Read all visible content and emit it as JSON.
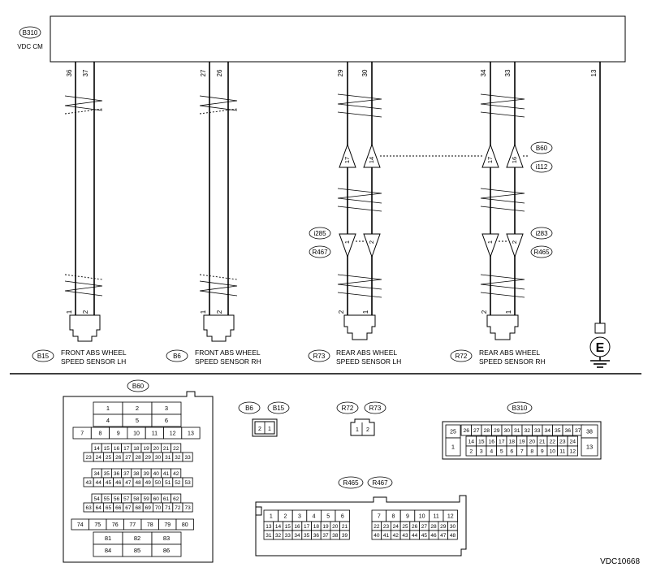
{
  "module": {
    "code": "B310",
    "name": "VDC CM"
  },
  "pins": {
    "fl": [
      "36",
      "37"
    ],
    "fr": [
      "27",
      "26"
    ],
    "rl": [
      "29",
      "30"
    ],
    "rr": [
      "34",
      "33"
    ],
    "ground": "13"
  },
  "inline": {
    "left_codes": [
      "i285",
      "R467"
    ],
    "right_codes_top": [
      "B60",
      "i112"
    ],
    "right_codes_bottom": [
      "i283",
      "R465"
    ],
    "rl_upper": [
      "17",
      "14"
    ],
    "rr_upper": [
      "17",
      "16"
    ],
    "rl_lower": [
      "1",
      "2"
    ],
    "rr_lower": [
      "1",
      "2"
    ]
  },
  "sensors": [
    {
      "code": "B15",
      "line1": "FRONT ABS WHEEL",
      "line2": "SPEED SENSOR LH",
      "pins": [
        "1",
        "2"
      ]
    },
    {
      "code": "B6",
      "line1": "FRONT ABS WHEEL",
      "line2": "SPEED SENSOR RH",
      "pins": [
        "1",
        "2"
      ]
    },
    {
      "code": "R73",
      "line1": "REAR ABS WHEEL",
      "line2": "SPEED SENSOR LH",
      "pins": [
        "2",
        "1"
      ]
    },
    {
      "code": "R72",
      "line1": "REAR ABS WHEEL",
      "line2": "SPEED SENSOR RH",
      "pins": [
        "2",
        "1"
      ]
    }
  ],
  "ground_label": "E",
  "connectors": {
    "b60": {
      "code": "B60",
      "rows": [
        [
          "1",
          "2",
          "3"
        ],
        [
          "4",
          "5",
          "6"
        ],
        [
          "7",
          "8",
          "9",
          "10",
          "11",
          "12",
          "13"
        ],
        [
          "14",
          "15",
          "16",
          "17",
          "18",
          "19",
          "20",
          "21",
          "22"
        ],
        [
          "23",
          "24",
          "25",
          "26",
          "27",
          "28",
          "29",
          "30",
          "31",
          "32",
          "33"
        ],
        [
          "34",
          "35",
          "36",
          "37",
          "38",
          "39",
          "40",
          "41",
          "42"
        ],
        [
          "43",
          "44",
          "45",
          "46",
          "47",
          "48",
          "49",
          "50",
          "51",
          "52",
          "53"
        ],
        [
          "54",
          "55",
          "56",
          "57",
          "58",
          "59",
          "60",
          "61",
          "62"
        ],
        [
          "63",
          "64",
          "65",
          "66",
          "67",
          "68",
          "69",
          "70",
          "71",
          "72",
          "73"
        ],
        [
          "74",
          "75",
          "76",
          "77",
          "78",
          "79",
          "80"
        ],
        [
          "81",
          "82",
          "83"
        ],
        [
          "84",
          "85",
          "86"
        ]
      ]
    },
    "b6b15": {
      "codes": [
        "B6",
        "B15"
      ],
      "pins": [
        "2",
        "1"
      ]
    },
    "r72r73": {
      "codes": [
        "R72",
        "R73"
      ],
      "pins": [
        "1",
        "2"
      ]
    },
    "b310": {
      "code": "B310",
      "left": [
        "25",
        "1"
      ],
      "right": [
        "38",
        "13"
      ],
      "row1": [
        "26",
        "27",
        "28",
        "29",
        "30",
        "31",
        "32",
        "33",
        "34",
        "35",
        "36",
        "37"
      ],
      "row2": [
        "14",
        "15",
        "16",
        "17",
        "18",
        "19",
        "20",
        "21",
        "22",
        "23",
        "24"
      ],
      "row3": [
        "2",
        "3",
        "4",
        "5",
        "6",
        "7",
        "8",
        "9",
        "10",
        "11",
        "12"
      ]
    },
    "r465": {
      "codes": [
        "R465",
        "R467"
      ],
      "left": [
        [
          "1",
          "2",
          "3",
          "4",
          "5",
          "6"
        ],
        [
          "13",
          "14",
          "15",
          "16",
          "17",
          "18",
          "19",
          "20",
          "21"
        ],
        [
          "31",
          "32",
          "33",
          "34",
          "35",
          "36",
          "37",
          "38",
          "39"
        ]
      ],
      "right": [
        [
          "7",
          "8",
          "9",
          "10",
          "11",
          "12"
        ],
        [
          "22",
          "23",
          "24",
          "25",
          "26",
          "27",
          "28",
          "29",
          "30"
        ],
        [
          "40",
          "41",
          "42",
          "43",
          "44",
          "45",
          "46",
          "47",
          "48"
        ]
      ]
    }
  },
  "diagram_id": "VDC10668"
}
